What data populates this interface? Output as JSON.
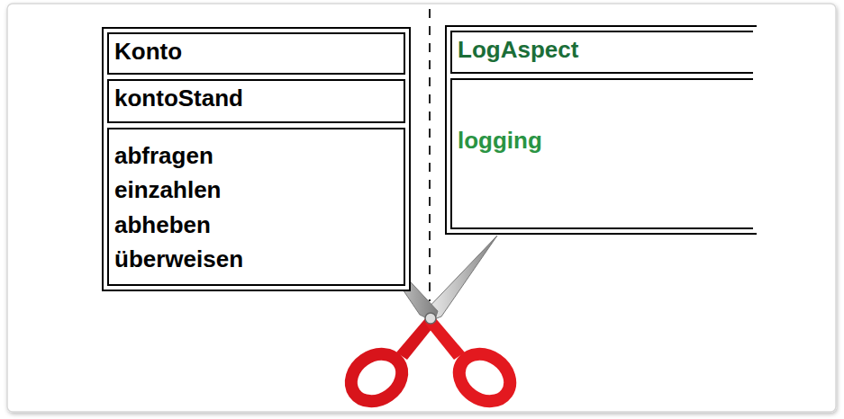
{
  "diagram": {
    "nodes": [
      {
        "text": [
          "Konto",
          "kontoStand",
          "abfragen einzahlen abheben überweisen"
        ]
      },
      {
        "text": [
          "LogAspect",
          "logging"
        ]
      }
    ]
  }
}
